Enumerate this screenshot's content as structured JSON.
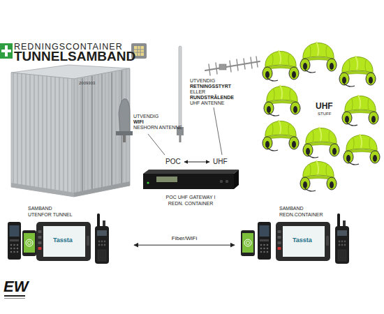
{
  "diagram": {
    "title": "TUNNELSAMBAND",
    "nodes": [
      {
        "text": [
          "POC UHF GATEWAY I REDN. CONTAINER"
        ]
      },
      {
        "text": [
          "SAMBAND UTENFOR TUNNEL"
        ]
      },
      {
        "text": [
          "SAMBAND REDN.CONTAINER"
        ]
      }
    ],
    "edges": [
      {
        "from": 1,
        "to": 2,
        "label": "Fiber/WiFi",
        "arrow": "both"
      }
    ],
    "labels": [
      "REDNINGSCONTAINER",
      "2009303",
      "UTVENDIG",
      "WIFI",
      "NESHORN ANTENNE",
      "UTVENDIG",
      "RETNINGSSTYRT",
      "ELLER",
      "RUNDSTRÅLENDE",
      "UHF ANTENNE",
      "UHF",
      "STUFF",
      "POC",
      "UHF",
      "Tassta",
      "Tassta",
      "EW"
    ]
  }
}
